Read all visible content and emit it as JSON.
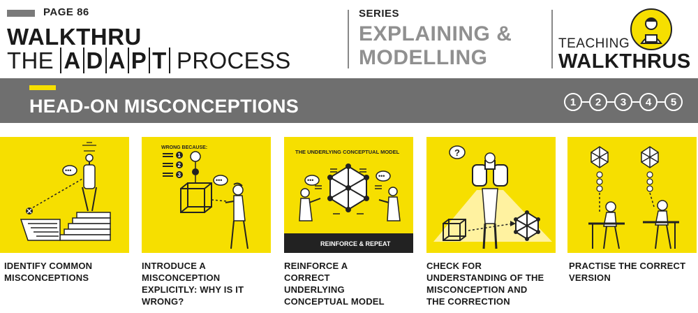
{
  "header": {
    "page_label": "PAGE 86",
    "title_line1": "WALKTHRU",
    "title_line2_pre": "THE ",
    "title_line2_letters": [
      "A",
      "D",
      "A",
      "P",
      "T"
    ],
    "title_line2_post": " PROCESS",
    "series_label": "SERIES",
    "series_line1": "EXPLAINING &",
    "series_line2": "MODELLING",
    "brand_line1": "TEACHING",
    "brand_line2": "WALKTHRUS"
  },
  "band": {
    "title": "HEAD-ON MISCONCEPTIONS",
    "steps": [
      "1",
      "2",
      "3",
      "4",
      "5"
    ]
  },
  "panels": [
    {
      "caption": "IDENTIFY COMMON MISCONCEPTIONS"
    },
    {
      "caption": "INTRODUCE A MISCONCEPTION EXPLICITLY: WHY IS IT WRONG?",
      "inner_label": "WRONG BECAUSE:",
      "items": [
        "1",
        "2",
        "3"
      ]
    },
    {
      "caption": "REINFORCE A CORRECT UNDERLYING CONCEPTUAL MODEL",
      "inner_label": "THE UNDERLYING CONCEPTUAL MODEL",
      "footer": "REINFORCE & REPEAT"
    },
    {
      "caption": "CHECK FOR UNDERSTANDING OF THE MISCONCEPTION AND THE CORRECTION",
      "symbol": "?"
    },
    {
      "caption": "PRACTISE THE CORRECT VERSION"
    }
  ],
  "colors": {
    "yellow": "#f6df00",
    "band": "#6f6f6f",
    "series_gray": "#909090"
  }
}
